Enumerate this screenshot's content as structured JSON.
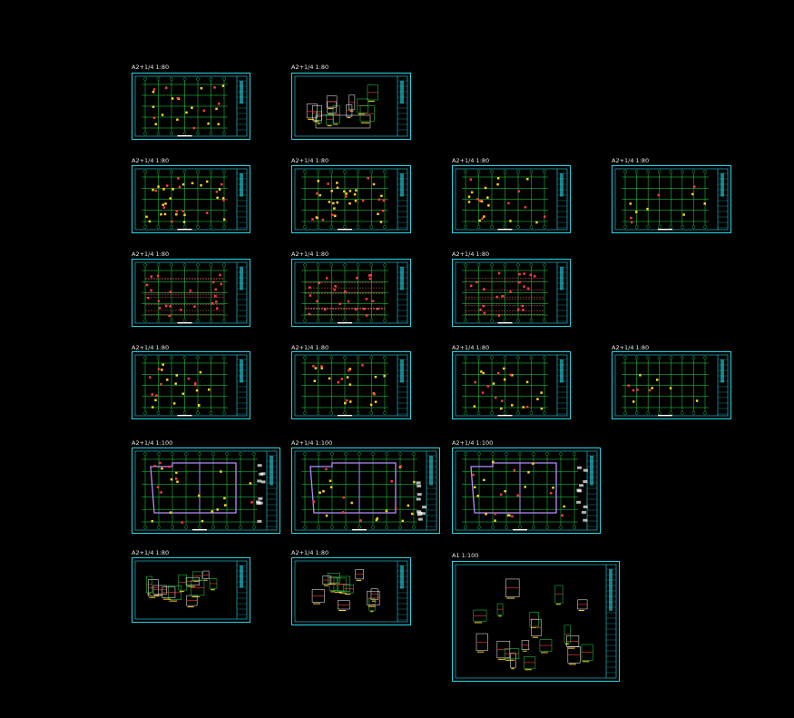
{
  "sheets": [
    {
      "id": "s1",
      "label": "A2+1/4  1:80",
      "kind": "plan-general"
    },
    {
      "id": "s2",
      "label": "A2+1/4  1:80",
      "kind": "details"
    },
    {
      "id": "s3",
      "label": "A2+1/4  1:80",
      "kind": "plan-dense"
    },
    {
      "id": "s4",
      "label": "A2+1/4  1:80",
      "kind": "plan-dense"
    },
    {
      "id": "s5",
      "label": "A2+1/4  1:80",
      "kind": "plan-medium"
    },
    {
      "id": "s6",
      "label": "A2+1/4  1:80",
      "kind": "plan-light"
    },
    {
      "id": "s7",
      "label": "A2+1/4  1:80",
      "kind": "plan-red"
    },
    {
      "id": "s8",
      "label": "A2+1/4  1:80",
      "kind": "plan-red"
    },
    {
      "id": "s9",
      "label": "A2+1/4  1:80",
      "kind": "plan-red-small"
    },
    {
      "id": "s10",
      "label": "A2+1/4  1:80",
      "kind": "grid-yellow"
    },
    {
      "id": "s11",
      "label": "A2+1/4  1:80",
      "kind": "grid-yellow"
    },
    {
      "id": "s12",
      "label": "A2+1/4  1:80",
      "kind": "grid-yellow"
    },
    {
      "id": "s13",
      "label": "A2+1/4  1:80",
      "kind": "grid-yellow-light"
    },
    {
      "id": "s14",
      "label": "A2+1/4  1:100",
      "kind": "arch-plan"
    },
    {
      "id": "s15",
      "label": "A2+1/4  1:100",
      "kind": "arch-plan"
    },
    {
      "id": "s16",
      "label": "A2+1/4  1:100",
      "kind": "arch-plan"
    },
    {
      "id": "s17",
      "label": "A2+1/4  1:80",
      "kind": "stair-details"
    },
    {
      "id": "s18",
      "label": "A2+1/4  1:80",
      "kind": "stair-details"
    },
    {
      "id": "s19",
      "label": "A1  1:100",
      "kind": "section-details"
    }
  ],
  "colors": {
    "frame": "#22d8e8",
    "grid": "#1fe04a",
    "axis": "#ff3b3b",
    "beam": "#ffd21f",
    "wall": "#b58cff",
    "text": "#e8e8e8"
  }
}
